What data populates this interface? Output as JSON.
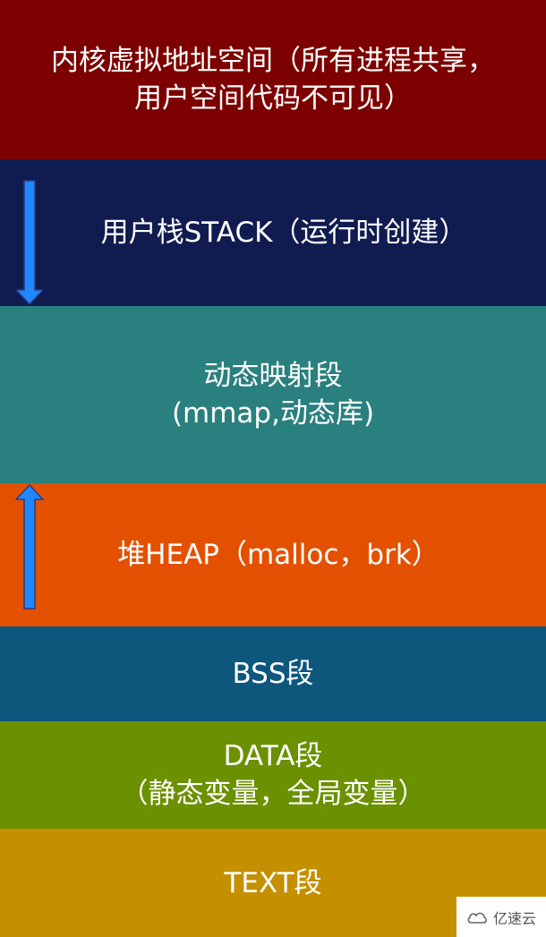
{
  "segments": {
    "kernel": {
      "lines": [
        "内核虚拟地址空间（所有进程共享，",
        "用户空间代码不可见）"
      ],
      "color": "#7c0000"
    },
    "stack": {
      "lines": [
        "用户栈STACK（运行时创建）"
      ],
      "color": "#101c50",
      "growth": "down"
    },
    "mmap": {
      "lines": [
        "动态映射段",
        "(mmap,动态库)"
      ],
      "color": "#2a807e"
    },
    "heap": {
      "lines": [
        "堆HEAP（malloc，brk）"
      ],
      "color": "#e35100",
      "growth": "up"
    },
    "bss": {
      "lines": [
        "BSS段"
      ],
      "color": "#0d577d"
    },
    "data": {
      "lines": [
        "DATA段",
        "（静态变量，全局变量）"
      ],
      "color": "#6b9000"
    },
    "text": {
      "lines": [
        "TEXT段"
      ],
      "color": "#c49000"
    }
  },
  "arrow_color": "#1e88ff",
  "watermark": {
    "icon": "cloud-logo-icon",
    "text": "亿速云"
  }
}
